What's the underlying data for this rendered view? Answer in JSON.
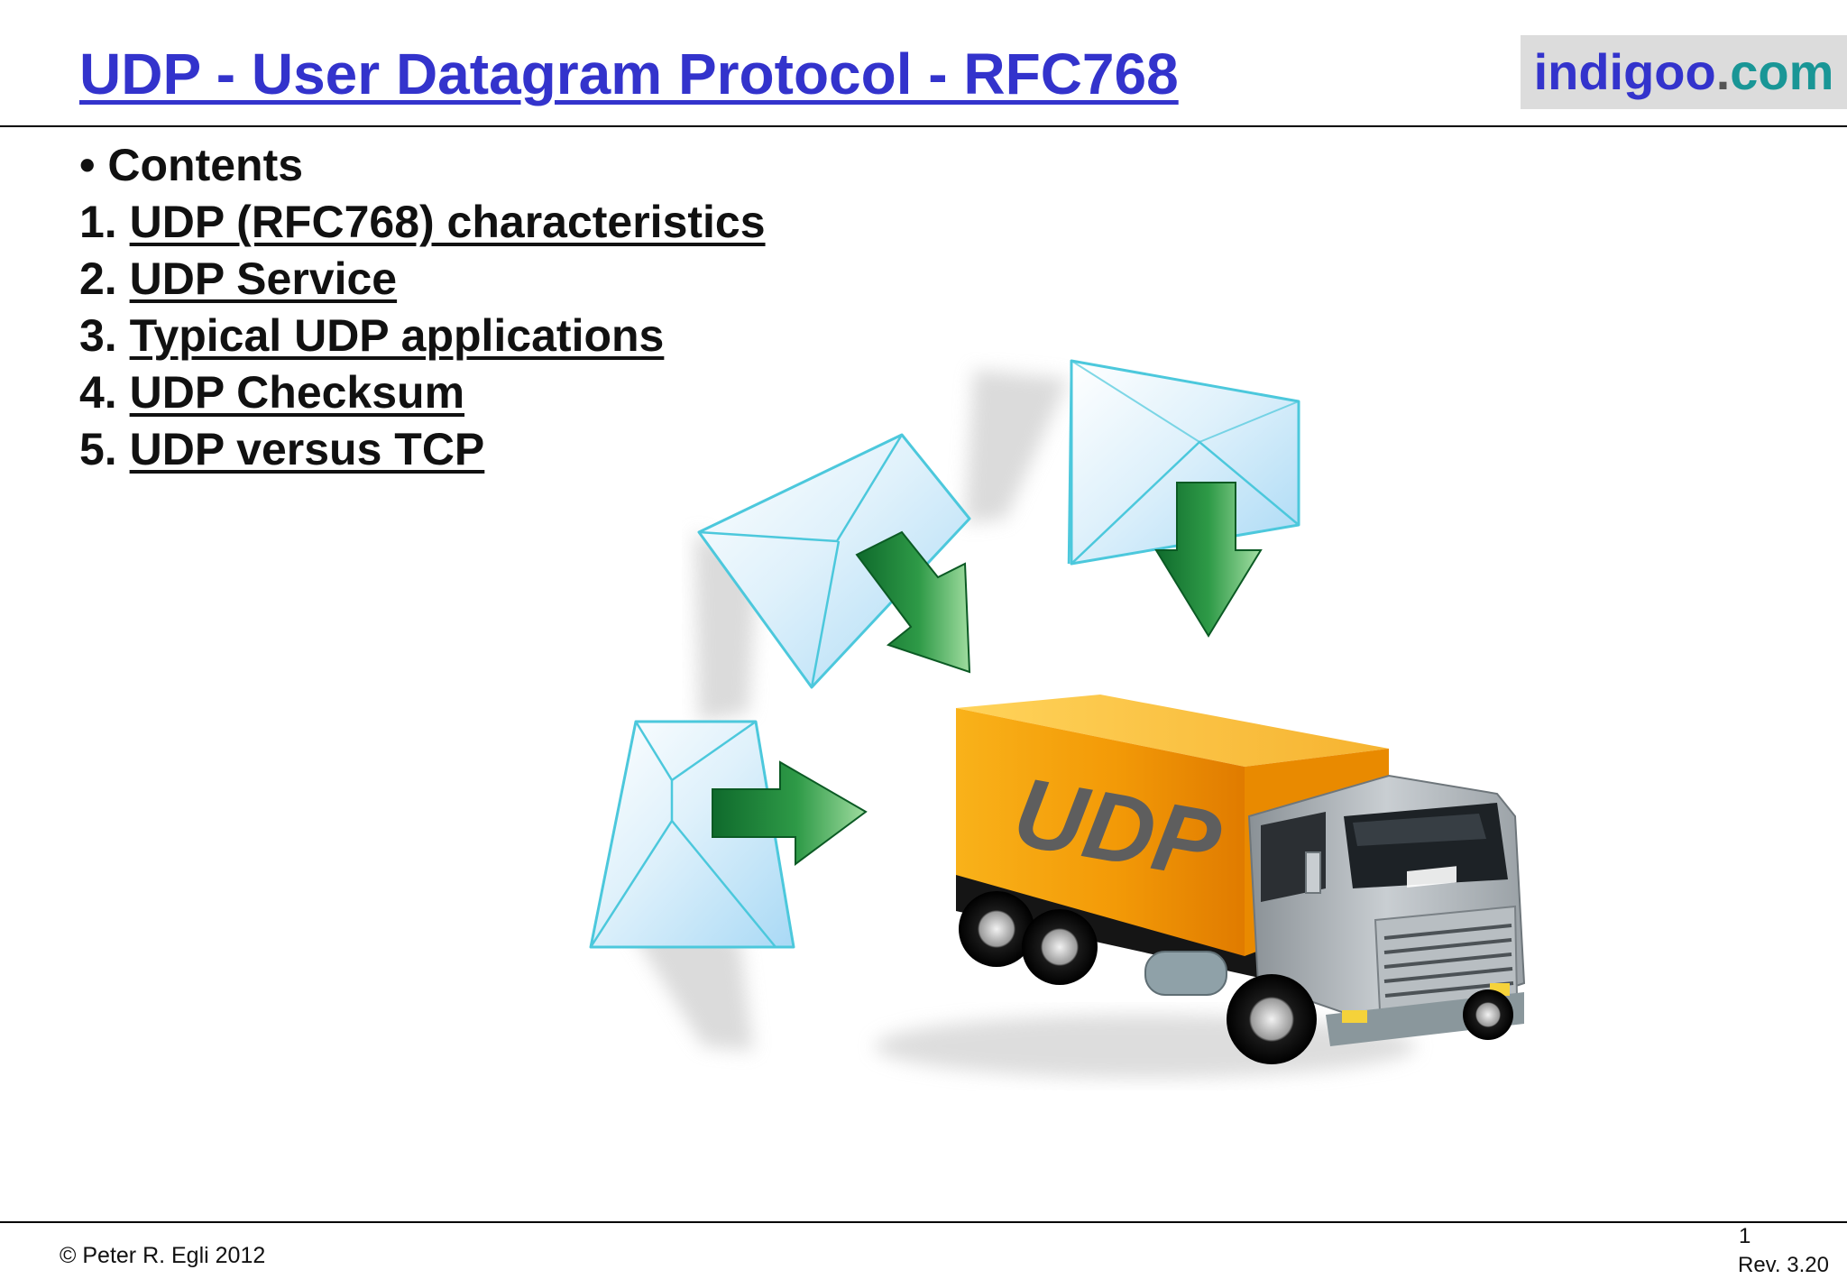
{
  "slide": {
    "title": "UDP - User Datagram Protocol - RFC768"
  },
  "logo": {
    "main": "indigoo",
    "dot": ".",
    "tld": "com",
    "colors": {
      "main": "#3333cc",
      "dot": "#555555",
      "tld": "#199696",
      "background": "#dcdcdc"
    }
  },
  "contents": {
    "heading": "• Contents",
    "items": [
      {
        "number": "1.",
        "label": "UDP (RFC768) characteristics"
      },
      {
        "number": "2.",
        "label": "UDP Service"
      },
      {
        "number": "3.",
        "label": "Typical UDP applications"
      },
      {
        "number": "4.",
        "label": "UDP Checksum"
      },
      {
        "number": "5.",
        "label": "UDP versus TCP"
      }
    ]
  },
  "illustration": {
    "truck_label": "UDP",
    "icons": [
      "envelope-icon",
      "down-arrow-icon",
      "right-arrow-icon",
      "delivery-truck-icon"
    ],
    "colors": {
      "truck_box": "#f5a00a",
      "arrow": "#1f8a3a",
      "envelope_edge": "#4cc8dc"
    }
  },
  "footer": {
    "copyright": "© Peter R. Egli 2012",
    "page_number": "1",
    "revision": "Rev. 3.20"
  }
}
